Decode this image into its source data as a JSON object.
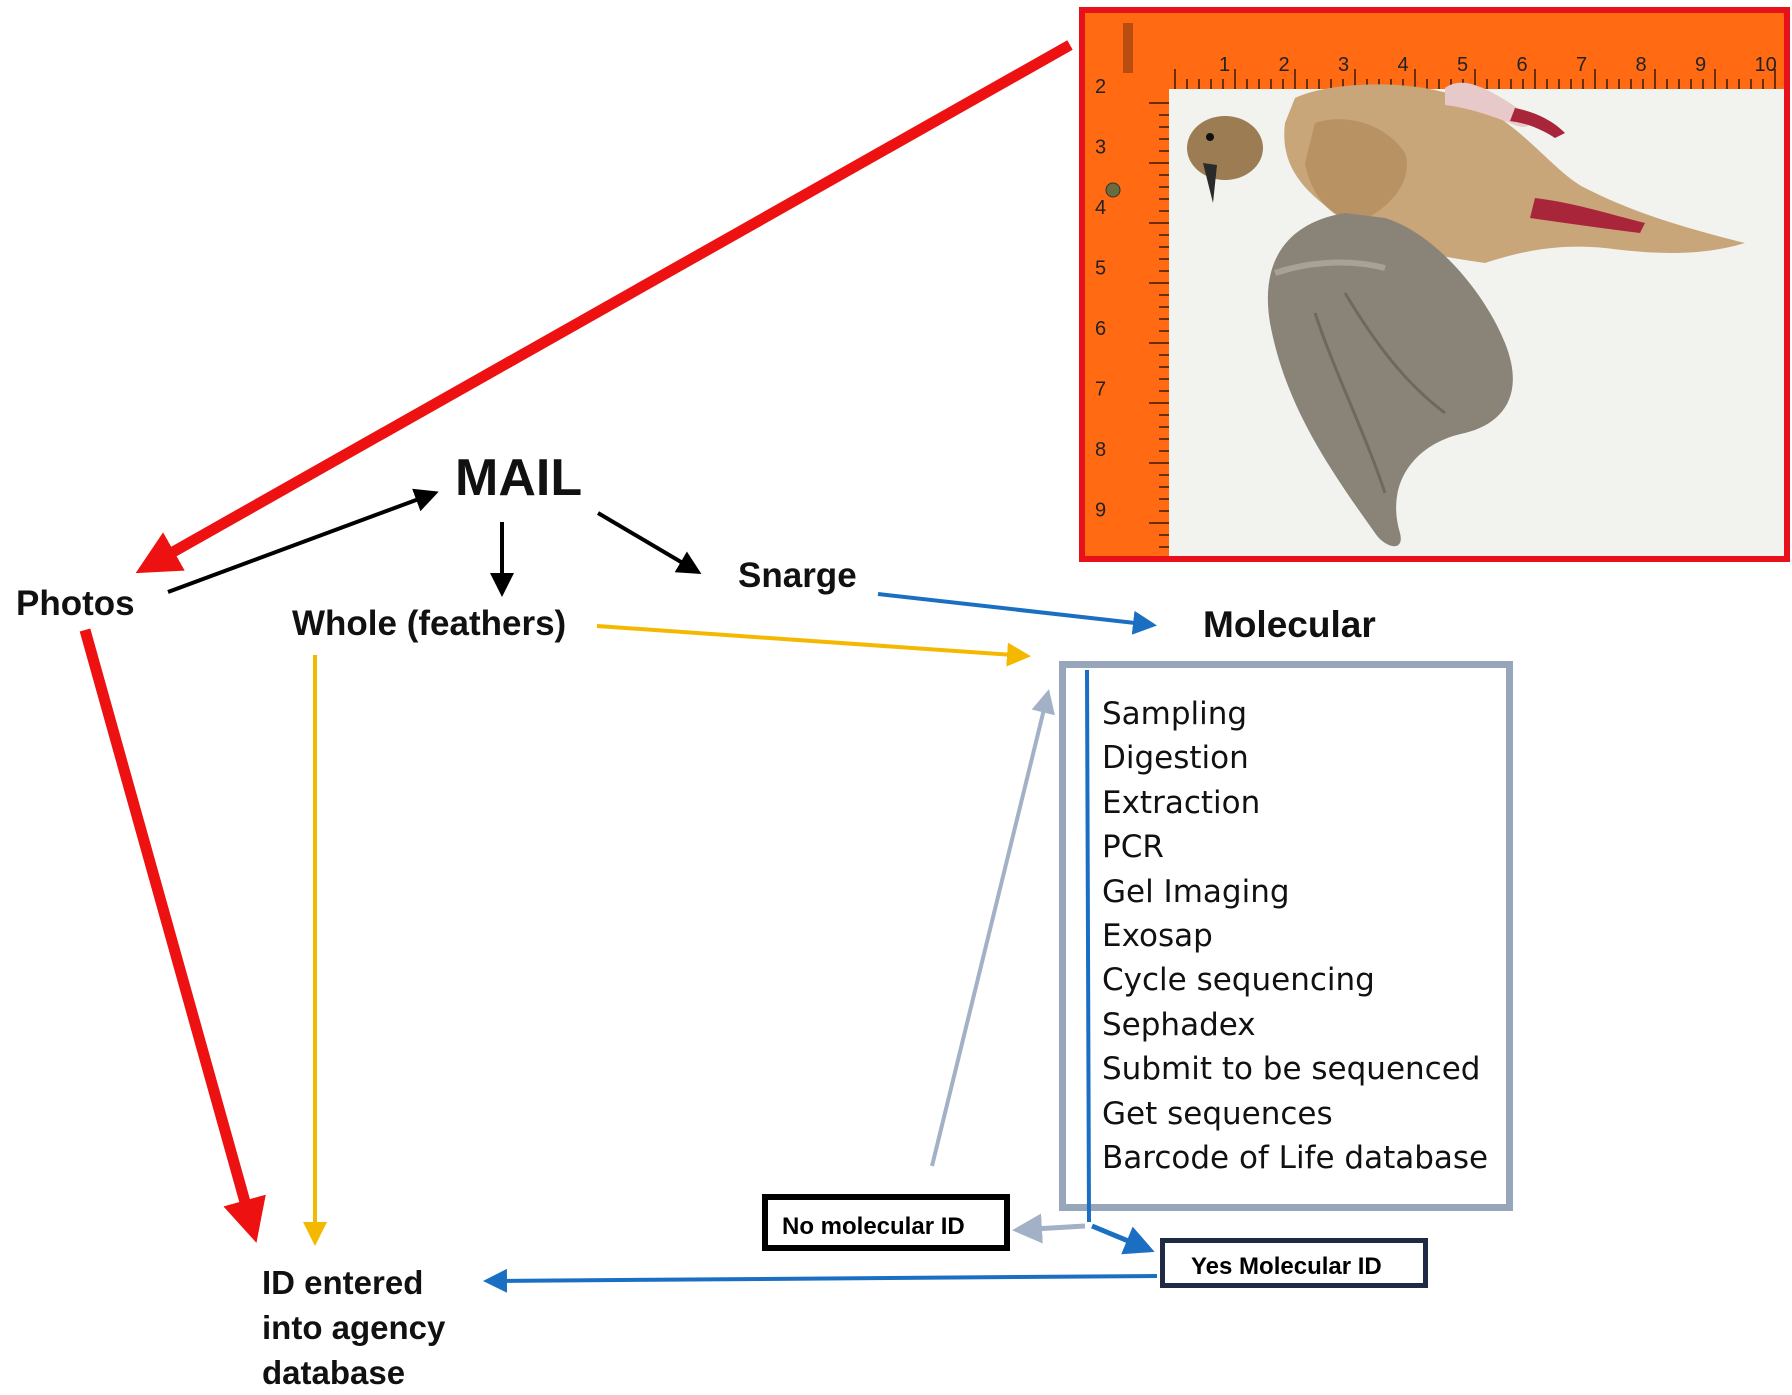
{
  "labels": {
    "mail": "MAIL",
    "photos": "Photos",
    "whole": "Whole (feathers)",
    "snarge": "Snarge",
    "molecular": "Molecular",
    "id_entered": "ID entered into agency database",
    "no_molecular": "No molecular ID",
    "yes_molecular": "Yes Molecular ID"
  },
  "molecular_steps": [
    "Sampling",
    "Digestion",
    "Extraction",
    "PCR",
    "Gel Imaging",
    "Exosap",
    "Cycle sequencing",
    "Sephadex",
    "Submit to be sequenced",
    "Get sequences",
    "Barcode of Life database"
  ],
  "ruler": {
    "top_numbers": [
      "1",
      "2",
      "3",
      "4",
      "5",
      "6",
      "7",
      "8",
      "9",
      "10"
    ],
    "side_numbers": [
      "2",
      "3",
      "4",
      "5",
      "6",
      "7",
      "8",
      "9"
    ]
  },
  "colors": {
    "red": "#ee1111",
    "black": "#000000",
    "blue": "#1a6fc2",
    "yellow": "#f5b800",
    "gray": "#a3b1c6",
    "box_border": "#98a6bb",
    "ruler_orange": "#ff6a13"
  },
  "photo": {
    "subject": "bird-specimen-on-ruler-photo"
  }
}
